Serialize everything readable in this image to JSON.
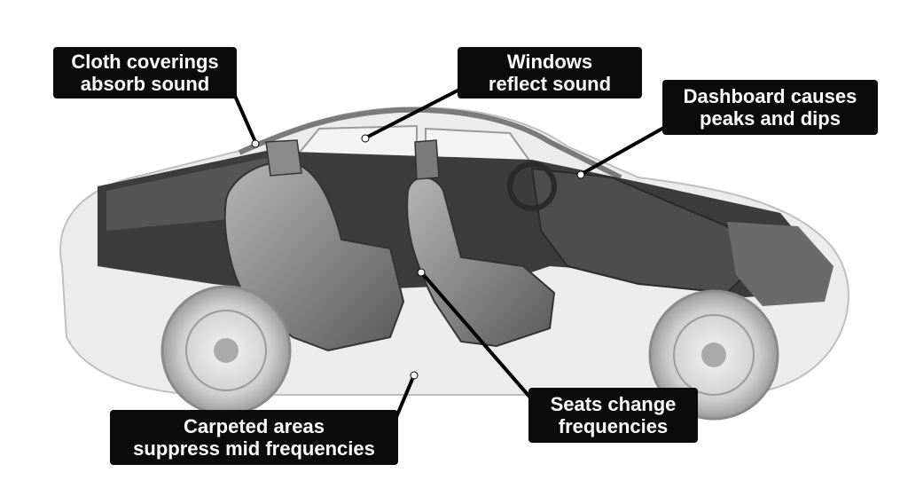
{
  "callouts": {
    "cloth": {
      "line1": "Cloth coverings",
      "line2": "absorb sound"
    },
    "windows": {
      "line1": "Windows",
      "line2": "reflect sound"
    },
    "dash": {
      "line1": "Dashboard causes",
      "line2": "peaks and dips"
    },
    "seats": {
      "line1": "Seats change",
      "line2": "frequencies"
    },
    "carpet": {
      "line1": "Carpeted areas",
      "line2": "suppress mid frequencies"
    }
  },
  "colors": {
    "label_bg": "#0b0b0b",
    "label_text": "#ffffff",
    "leader": "#000000",
    "car_body": "#8a8a8a",
    "interior": "#3c3c3c"
  }
}
